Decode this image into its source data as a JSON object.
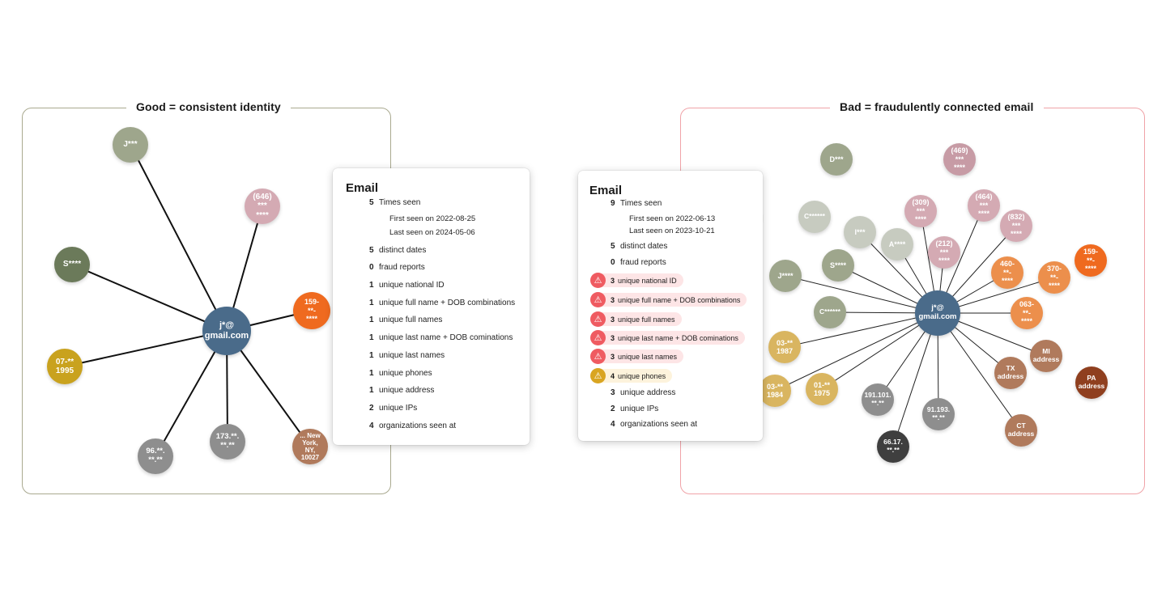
{
  "good": {
    "title": "Good = consistent identity",
    "center": {
      "lines": [
        "j*@",
        "gmail.com"
      ],
      "color": "#4a6b8a"
    },
    "nodes": [
      {
        "id": "g1",
        "lines": [
          "J***"
        ],
        "color": "#9ea68c"
      },
      {
        "id": "g2",
        "lines": [
          "(646)",
          "***",
          "****"
        ],
        "color": "#d4aab3"
      },
      {
        "id": "g3",
        "lines": [
          "S****"
        ],
        "color": "#6b7a5a"
      },
      {
        "id": "g4",
        "lines": [
          "159-",
          "**-",
          "****"
        ],
        "color": "#ef6a1f"
      },
      {
        "id": "g5",
        "lines": [
          "07-**",
          "1995"
        ],
        "color": "#c9a21e"
      },
      {
        "id": "g6",
        "lines": [
          "96.**.",
          "**.**"
        ],
        "color": "#8e8e8e"
      },
      {
        "id": "g7",
        "lines": [
          "173.**.",
          "**.**"
        ],
        "color": "#8e8e8e"
      },
      {
        "id": "g8",
        "lines": [
          "... New",
          "York,",
          "NY,",
          "10027"
        ],
        "color": "#b07a5c"
      }
    ],
    "card": {
      "title": "Email",
      "rows": [
        {
          "num": "5",
          "label": "Times seen"
        },
        {
          "num": "",
          "label": "First seen on 2022-08-25"
        },
        {
          "num": "",
          "label": "Last seen on 2024-05-06"
        },
        {
          "num": "5",
          "label": "distinct dates"
        },
        {
          "num": "0",
          "label": "fraud reports"
        },
        {
          "num": "1",
          "label": "unique national ID"
        },
        {
          "num": "1",
          "label": "unique full name + DOB combinations"
        },
        {
          "num": "1",
          "label": "unique full names"
        },
        {
          "num": "1",
          "label": "unique last name + DOB cominations"
        },
        {
          "num": "1",
          "label": "unique last names"
        },
        {
          "num": "1",
          "label": "unique phones"
        },
        {
          "num": "1",
          "label": "unique address"
        },
        {
          "num": "2",
          "label": "unique IPs"
        },
        {
          "num": "4",
          "label": "organizations seen at"
        }
      ]
    }
  },
  "bad": {
    "title": "Bad = fraudulently connected email",
    "center": {
      "lines": [
        "j*@",
        "gmail.com"
      ],
      "color": "#4a6b8a"
    },
    "nodes": [
      {
        "id": "b1",
        "lines": [
          "D***"
        ],
        "color": "#9ea68c"
      },
      {
        "id": "b2",
        "lines": [
          "(469)",
          "***",
          "****"
        ],
        "color": "#c79ba5"
      },
      {
        "id": "b3",
        "lines": [
          "C******"
        ],
        "color": "#c7cbc0"
      },
      {
        "id": "b4",
        "lines": [
          "I***"
        ],
        "color": "#c7cbc0"
      },
      {
        "id": "b5",
        "lines": [
          "A****"
        ],
        "color": "#c7cbc0"
      },
      {
        "id": "b6",
        "lines": [
          "(309)",
          "***",
          "****"
        ],
        "color": "#d4aab3"
      },
      {
        "id": "b7",
        "lines": [
          "(464)",
          "***",
          "****"
        ],
        "color": "#d4aab3"
      },
      {
        "id": "b8",
        "lines": [
          "(832)",
          "***",
          "****"
        ],
        "color": "#d4aab3"
      },
      {
        "id": "b9",
        "lines": [
          "(212)",
          "***",
          "****"
        ],
        "color": "#d4aab3"
      },
      {
        "id": "b10",
        "lines": [
          "S****"
        ],
        "color": "#9ea68c"
      },
      {
        "id": "b11",
        "lines": [
          "J****"
        ],
        "color": "#9ea68c"
      },
      {
        "id": "b12",
        "lines": [
          "C******"
        ],
        "color": "#9ea68c"
      },
      {
        "id": "b13",
        "lines": [
          "460-",
          "**-",
          "****"
        ],
        "color": "#ec8f4c"
      },
      {
        "id": "b14",
        "lines": [
          "370-",
          "**-",
          "****"
        ],
        "color": "#ec8f4c"
      },
      {
        "id": "b15",
        "lines": [
          "159-",
          "**-",
          "****"
        ],
        "color": "#ef6a1f"
      },
      {
        "id": "b16",
        "lines": [
          "063-",
          "**-",
          "****"
        ],
        "color": "#ec8f4c"
      },
      {
        "id": "b17",
        "lines": [
          "03-**",
          "1987"
        ],
        "color": "#d9b560"
      },
      {
        "id": "b18",
        "lines": [
          "03-**",
          "1984"
        ],
        "color": "#d9b560"
      },
      {
        "id": "b19",
        "lines": [
          "01-**",
          "1975"
        ],
        "color": "#d9b560"
      },
      {
        "id": "b20",
        "lines": [
          "191.101.",
          "**.**"
        ],
        "color": "#8e8e8e"
      },
      {
        "id": "b21",
        "lines": [
          "91.193.",
          "**.**"
        ],
        "color": "#8e8e8e"
      },
      {
        "id": "b22",
        "lines": [
          "66.17.",
          "**.**"
        ],
        "color": "#3f3f3f"
      },
      {
        "id": "b23",
        "lines": [
          "MI",
          "address"
        ],
        "color": "#b07a5c"
      },
      {
        "id": "b24",
        "lines": [
          "TX",
          "address"
        ],
        "color": "#b07a5c"
      },
      {
        "id": "b25",
        "lines": [
          "PA",
          "address"
        ],
        "color": "#8f3f1f"
      },
      {
        "id": "b26",
        "lines": [
          "CT",
          "address"
        ],
        "color": "#b07a5c"
      }
    ],
    "card": {
      "title": "Email",
      "rows": [
        {
          "num": "9",
          "label": "Times seen"
        },
        {
          "num": "",
          "label": "First seen on 2022-06-13"
        },
        {
          "num": "",
          "label": "Last seen on 2023-10-21"
        },
        {
          "num": "5",
          "label": "distinct dates"
        },
        {
          "num": "0",
          "label": "fraud reports"
        }
      ],
      "flags": [
        {
          "num": "3",
          "label": "unique national ID",
          "level": "red"
        },
        {
          "num": "3",
          "label": "unique full name + DOB combinations",
          "level": "red"
        },
        {
          "num": "3",
          "label": "unique full names",
          "level": "red"
        },
        {
          "num": "3",
          "label": "unique last name + DOB cominations",
          "level": "red"
        },
        {
          "num": "3",
          "label": "unique last names",
          "level": "red"
        },
        {
          "num": "4",
          "label": "unique phones",
          "level": "yellow"
        }
      ],
      "tail": [
        {
          "num": "3",
          "label": "unique address"
        },
        {
          "num": "2",
          "label": "unique IPs"
        },
        {
          "num": "4",
          "label": "organizations seen at"
        }
      ]
    }
  }
}
